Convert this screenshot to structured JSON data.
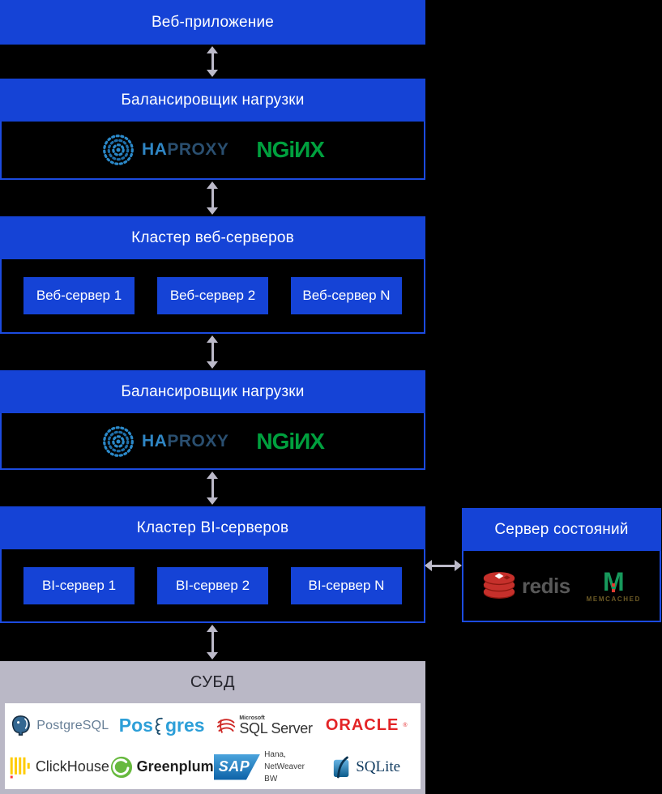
{
  "boxes": {
    "web_app": {
      "title": "Веб-приложение"
    },
    "load_balancer_1": {
      "title": "Балансировщик нагрузки"
    },
    "web_cluster": {
      "title": "Кластер веб-серверов",
      "servers": [
        "Веб-сервер 1",
        "Веб-сервер 2",
        "Веб-сервер N"
      ]
    },
    "load_balancer_2": {
      "title": "Балансировщик нагрузки"
    },
    "bi_cluster": {
      "title": "Кластер BI-серверов",
      "servers": [
        "BI-сервер 1",
        "BI-сервер 2",
        "BI-сервер N"
      ]
    },
    "state_server": {
      "title": "Сервер состояний"
    },
    "dbms": {
      "title": "СУБД"
    }
  },
  "logos": {
    "haproxy": {
      "ha": "HA",
      "proxy": "PROXY"
    },
    "nginx": {
      "text": "NGiИX"
    },
    "redis": {
      "text": "redis"
    },
    "memcached": {
      "m": "M",
      "text": "MEMCACHED"
    },
    "postgresql": {
      "text": "PostgreSQL"
    },
    "postgres": {
      "pos": "Pos",
      "gres": "gres"
    },
    "sqlserver": {
      "microsoft": "Microsoft",
      "text": "SQL Server"
    },
    "oracle": {
      "text": "ORACLE",
      "mark": "®"
    },
    "clickhouse": {
      "text": "ClickHouse"
    },
    "greenplum": {
      "text": "Greenplum"
    },
    "sap": {
      "text": "SAP",
      "line1": "Hana,",
      "line2": "NetWeaver BW"
    },
    "sqlite": {
      "text": "SQLite"
    }
  },
  "colors": {
    "accent_blue": "#1543d6",
    "panel_border": "#1c4be0",
    "arrow_gray": "#bcbac9",
    "dbms_header_gray": "#bab8c6",
    "nginx_green": "#00a03e",
    "oracle_red": "#e32426",
    "redis_red": "#c6302b",
    "clickhouse_yellow": "#ffcc00"
  }
}
